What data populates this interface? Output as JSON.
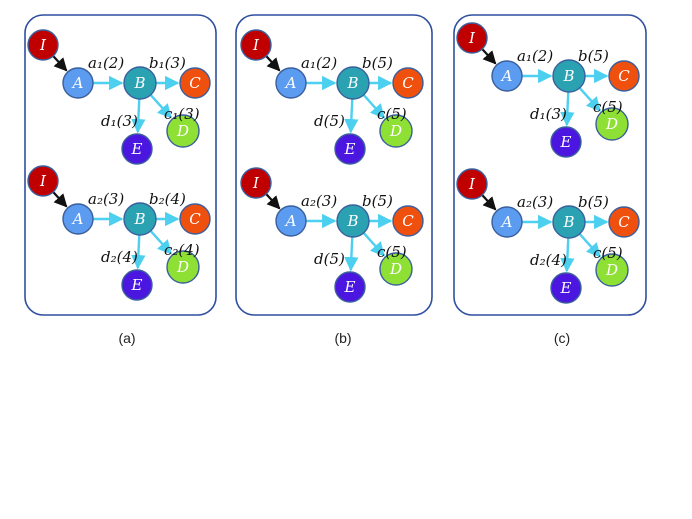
{
  "colors": {
    "I": "#c00000",
    "A": "#5b9bf0",
    "B": "#2aa2b2",
    "C": "#f0500e",
    "D": "#8fe034",
    "E": "#4b16e0",
    "cyan_edge": "#4dd0f0",
    "black_edge": "#111111"
  },
  "panels": [
    {
      "caption": "(a)",
      "graphs": [
        {
          "nodes": {
            "I": "I",
            "A": "A",
            "B": "B",
            "C": "C",
            "D": "D",
            "E": "E"
          },
          "labels": {
            "a": "a₁(2)",
            "b": "b₁(3)",
            "c": "c₁(3)",
            "d": "d₁(3)"
          }
        },
        {
          "nodes": {
            "I": "I",
            "A": "A",
            "B": "B",
            "C": "C",
            "D": "D",
            "E": "E"
          },
          "labels": {
            "a": "a₂(3)",
            "b": "b₂(4)",
            "c": "c₂(4)",
            "d": "d₂(4)"
          }
        }
      ]
    },
    {
      "caption": "(b)",
      "graphs": [
        {
          "nodes": {
            "I": "I",
            "A": "A",
            "B": "B",
            "C": "C",
            "D": "D",
            "E": "E"
          },
          "labels": {
            "a": "a₁(2)",
            "b": "b(5)",
            "c": "c(5)",
            "d": "d(5)"
          }
        },
        {
          "nodes": {
            "I": "I",
            "A": "A",
            "B": "B",
            "C": "C",
            "D": "D",
            "E": "E"
          },
          "labels": {
            "a": "a₂(3)",
            "b": "b(5)",
            "c": "c(5)",
            "d": "d(5)"
          }
        }
      ]
    },
    {
      "caption": "(c)",
      "graphs": [
        {
          "nodes": {
            "I": "I",
            "A": "A",
            "B": "B",
            "C": "C",
            "D": "D",
            "E": "E"
          },
          "labels": {
            "a": "a₁(2)",
            "b": "b(5)",
            "c": "c(5)",
            "d": "d₁(3)"
          }
        },
        {
          "nodes": {
            "I": "I",
            "A": "A",
            "B": "B",
            "C": "C",
            "D": "D",
            "E": "E"
          },
          "labels": {
            "a": "a₂(3)",
            "b": "b(5)",
            "c": "c(5)",
            "d": "d₂(4)"
          }
        }
      ]
    }
  ]
}
